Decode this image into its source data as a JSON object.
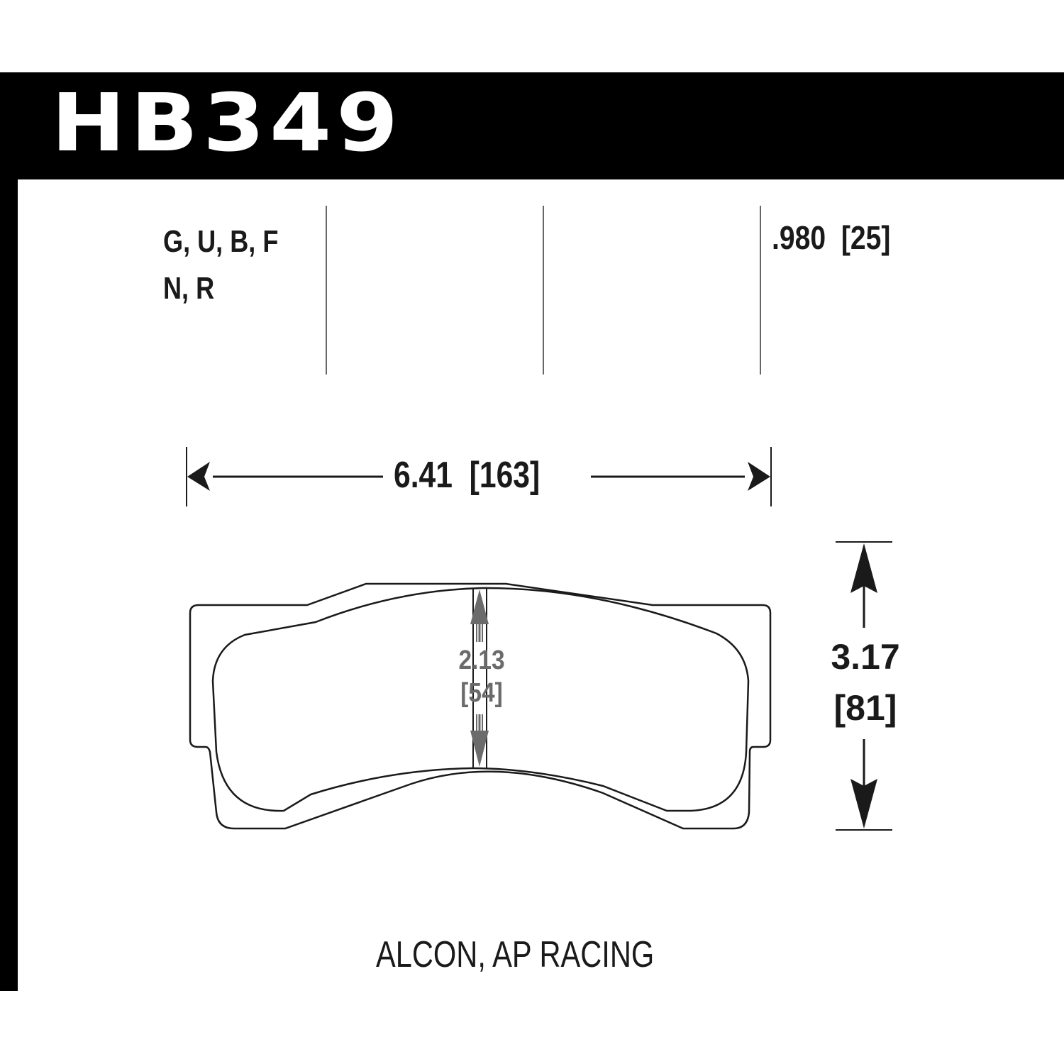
{
  "header": {
    "part_number": "HB349"
  },
  "compounds": {
    "line1": "G, U, B, F",
    "line2": "N, R"
  },
  "thickness": {
    "inches": ".980",
    "mm": "[25]",
    "label": ".980  [25]"
  },
  "dimensions": {
    "width": {
      "inches": "6.41",
      "mm": "[163]",
      "label": "6.41  [163]"
    },
    "height": {
      "inches": "3.17",
      "mm": "[81]"
    },
    "pad_height": {
      "inches": "2.13",
      "mm": "[54]"
    }
  },
  "application": {
    "label": "ALCON, AP RACING"
  },
  "colors": {
    "header_bg": "#000000",
    "text": "#1a1a1a",
    "secondary_dimension": "#6b6b6b",
    "divider": "#666666"
  }
}
